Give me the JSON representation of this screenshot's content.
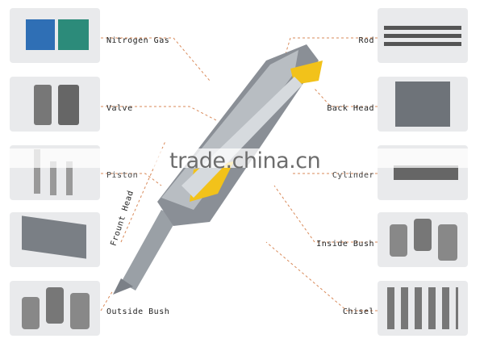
{
  "left_parts": [
    {
      "label": "Nitrogen Gas",
      "icon": "nitrogen-gas-kit"
    },
    {
      "label": "Valve",
      "icon": "valve"
    },
    {
      "label": "Piston",
      "icon": "piston"
    },
    {
      "label": "Frount Head",
      "icon": "front-head"
    },
    {
      "label": "Outside Bush",
      "icon": "outside-bush"
    }
  ],
  "right_parts": [
    {
      "label": "Rod",
      "icon": "rod"
    },
    {
      "label": "Back Head",
      "icon": "back-head"
    },
    {
      "label": "Cylinder",
      "icon": "cylinder"
    },
    {
      "label": "Inside Bush",
      "icon": "inside-bush"
    },
    {
      "label": "Chisel",
      "icon": "chisel"
    }
  ],
  "watermark": "trade.china.cn",
  "colors": {
    "body": "#8a8f96",
    "accent": "#f2c21a",
    "leader": "#d98a5a",
    "panel": "#e9eaec"
  }
}
